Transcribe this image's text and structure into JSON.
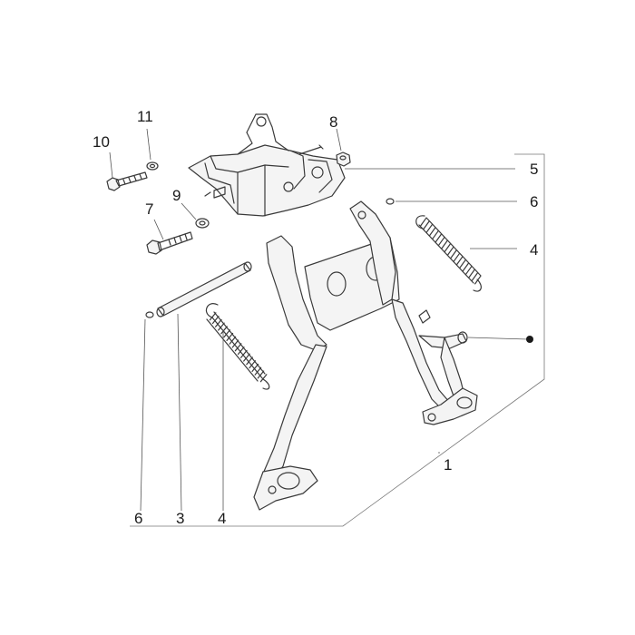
{
  "callouts": {
    "c1": "1",
    "c3": "3",
    "c4_bottom": "4",
    "c4_right": "4",
    "c5": "5",
    "c6_bottom": "6",
    "c6_right": "6",
    "c7": "7",
    "c8": "8",
    "c9": "9",
    "c10": "10",
    "c11": "11"
  },
  "colors": {
    "line": "#3a3a3a",
    "text": "#1a1a1a",
    "background": "#ffffff"
  }
}
